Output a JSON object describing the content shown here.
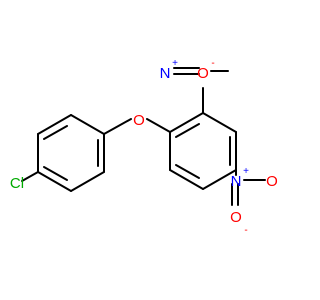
{
  "molecule": {
    "atoms": {
      "oxygen_ether": "O",
      "chlorine": "Cl",
      "nitro_1_nitrogen": "N",
      "nitro_1_charge_plus": "+",
      "nitro_1_oxygen": "O",
      "nitro_1_charge_minus": "-",
      "nitro_2_nitrogen": "N",
      "nitro_2_charge_plus": "+",
      "nitro_2_oxygen": "O",
      "nitro_2_charge_minus": "-"
    },
    "colors": {
      "bond": "#000000",
      "oxygen": "#ff0000",
      "nitrogen": "#0000ff",
      "chlorine": "#00aa00",
      "background": "#ffffff"
    }
  }
}
